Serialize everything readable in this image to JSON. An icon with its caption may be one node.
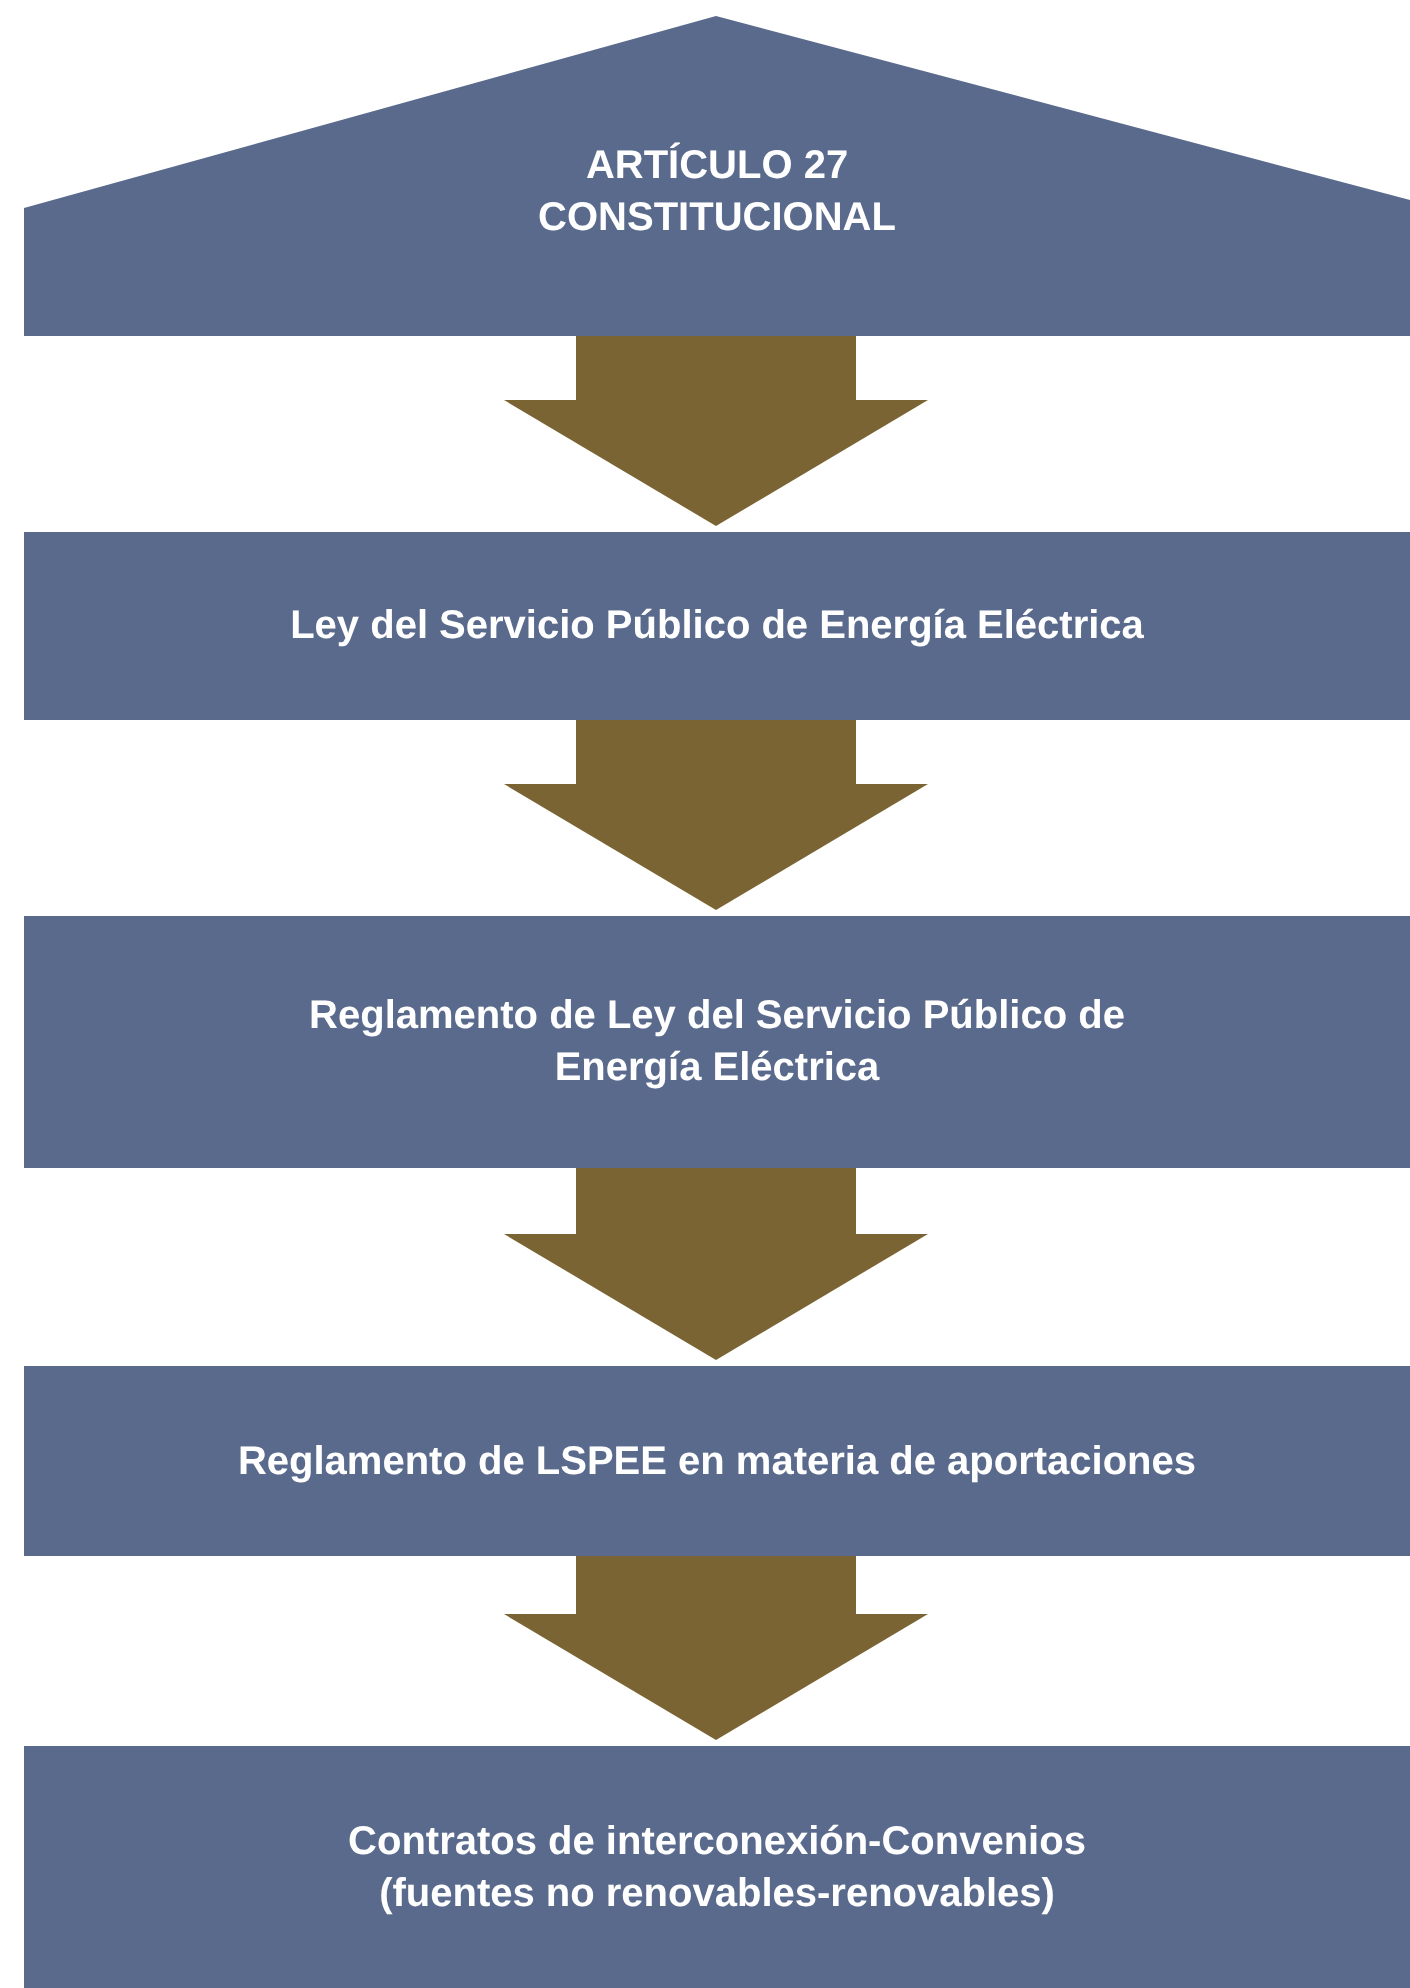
{
  "diagram": {
    "nodes": [
      {
        "text": [
          "ARTÍCULO 27 CONSTITUCIONAL"
        ]
      },
      {
        "text": [
          "Ley del Servicio Público de Energía Eléctrica"
        ]
      },
      {
        "text": [
          "Reglamento de Ley del Servicio Público de Energía Eléctrica"
        ]
      },
      {
        "text": [
          "Reglamento de LSPEE en materia de aportaciones"
        ]
      },
      {
        "text": [
          "Contratos de interconexión-Convenios (fuentes no renovables-renovables)"
        ]
      }
    ],
    "edges": [
      {
        "from": 0,
        "to": 1,
        "arrow": "to"
      },
      {
        "from": 1,
        "to": 2,
        "arrow": "to"
      },
      {
        "from": 2,
        "to": 3,
        "arrow": "to"
      },
      {
        "from": 3,
        "to": 4,
        "arrow": "to"
      }
    ]
  }
}
